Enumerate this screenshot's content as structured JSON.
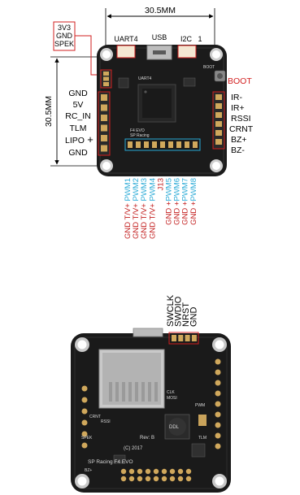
{
  "top": {
    "dimension_top": "30.5MM",
    "dimension_left": "30.5MM",
    "port_labels": [
      "UART4",
      "USB",
      "I2C",
      "1"
    ],
    "speaker_box": [
      "3V3",
      "GND",
      "SPEK"
    ],
    "boot_label": "BOOT",
    "left_pins": [
      "GND",
      "5V",
      "RC_IN",
      "TLM",
      "LIPO",
      "GND"
    ],
    "lipo_plus": "+",
    "right_pins": [
      "IR-",
      "IR+",
      "RSSI",
      "CRNT",
      "BZ+",
      "BZ-"
    ],
    "bottom_pins": [
      {
        "red": "GND T/V+ ",
        "blue": "PWM1"
      },
      {
        "red": "GND T/V+ ",
        "blue": "PWM2"
      },
      {
        "red": "GND T/V+ ",
        "blue": "PWM3"
      },
      {
        "red": "GND T/V+ ",
        "blue": "PWM4"
      },
      {
        "red": "J13 ",
        "blue": ""
      },
      {
        "red": "GND +",
        "blue": "PWM5"
      },
      {
        "red": "GND +",
        "blue": "PWM6"
      },
      {
        "red": "GND +",
        "blue": "PWM7"
      },
      {
        "red": "GND +",
        "blue": "PWM8"
      }
    ],
    "board_silk": {
      "model": "F4 EVO",
      "brand": "SP Racing",
      "boot": "BOOT",
      "uart": "UART4"
    }
  },
  "bottom": {
    "swd_labels": [
      "SWCLK",
      "SWDIO",
      "NRST",
      "GND"
    ],
    "board_silk": {
      "brand": "SP Racing F4 EVO",
      "copyright": "(C) 2017",
      "rev": "Rev: B",
      "ddl": "DDL",
      "crnt": "CRNT",
      "rssi": "RSSI",
      "spek": "SPEK",
      "bz": "BZ+",
      "tlm": "TLM",
      "pwm": "PWM",
      "clk": "CLK",
      "mosi": "MOSI"
    }
  }
}
